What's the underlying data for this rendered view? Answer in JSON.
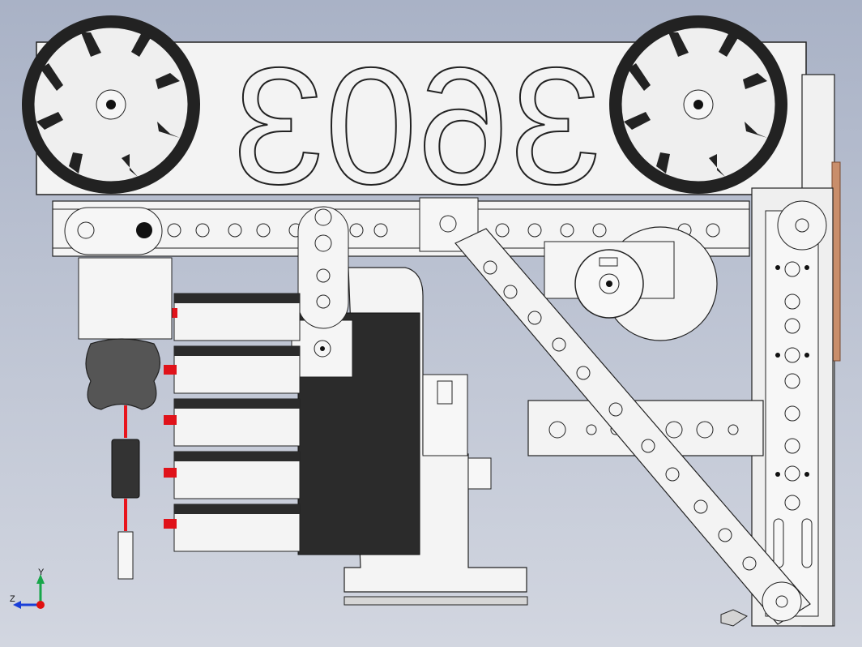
{
  "plate": {
    "text": "3603",
    "mirrored": true
  },
  "triad": {
    "x": "Z",
    "y": "Y"
  },
  "colors": {
    "background_top": "#a9b2c6",
    "background_bottom": "#d2d6e0",
    "metal": "#f2f2f2",
    "outline": "#222222",
    "dark_part": "#2b2b2b",
    "wire_red": "#e8141c",
    "connector_red": "#e0121a",
    "motor_case": "#404040",
    "copper_strip": "#c98e6b",
    "axis_x": "#1a3fd8",
    "axis_y": "#18a64a",
    "axis_origin": "#e01010"
  },
  "view": {
    "model": "robot-assembly",
    "parts": [
      "mecanum-wheel",
      "mecanum-wheel",
      "number-plate",
      "drive-motor",
      "servo",
      "servo",
      "servo",
      "servo",
      "battery-connector",
      "channel-beam",
      "diagonal-beam",
      "vertical-rail",
      "tank-tread-cover"
    ]
  }
}
